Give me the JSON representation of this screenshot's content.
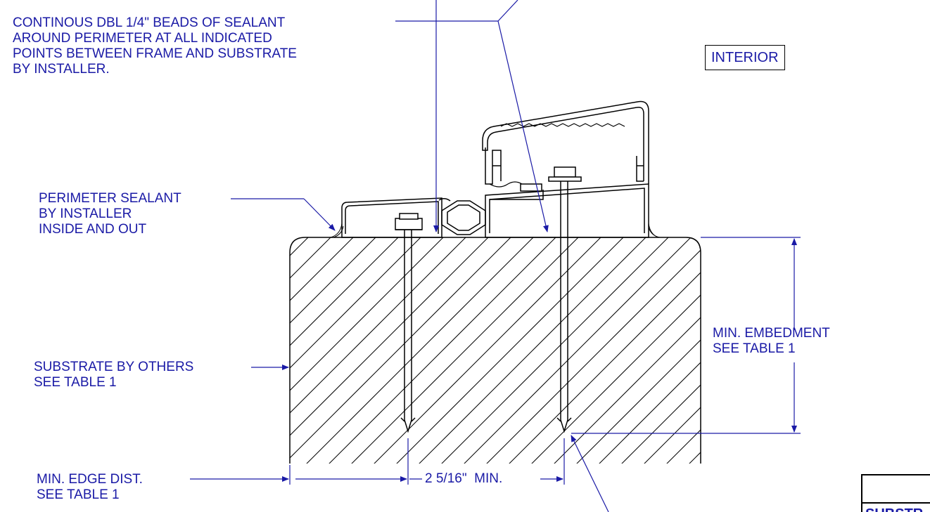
{
  "callouts": {
    "sealant_beads": [
      "CONTINOUS DBL 1/4\" BEADS OF SEALANT",
      "AROUND PERIMETER AT ALL INDICATED",
      "POINTS BETWEEN FRAME AND SUBSTRATE",
      "BY INSTALLER."
    ],
    "interior": "INTERIOR",
    "perimeter_sealant": [
      "PERIMETER SEALANT",
      "BY INSTALLER",
      "INSIDE AND OUT"
    ],
    "substrate": [
      "SUBSTRATE BY OTHERS",
      "SEE TABLE 1"
    ],
    "min_embedment": [
      "MIN. EMBEDMENT",
      "SEE TABLE 1"
    ],
    "min_edge_dist": [
      "MIN. EDGE DIST.",
      "SEE TABLE 1"
    ],
    "spacing": "2 5/16\"  MIN.",
    "table_fragment": "SUBSTR"
  },
  "colors": {
    "linework": "#000000",
    "annotation": "#1a1aa6",
    "fill": "#ffffff"
  }
}
